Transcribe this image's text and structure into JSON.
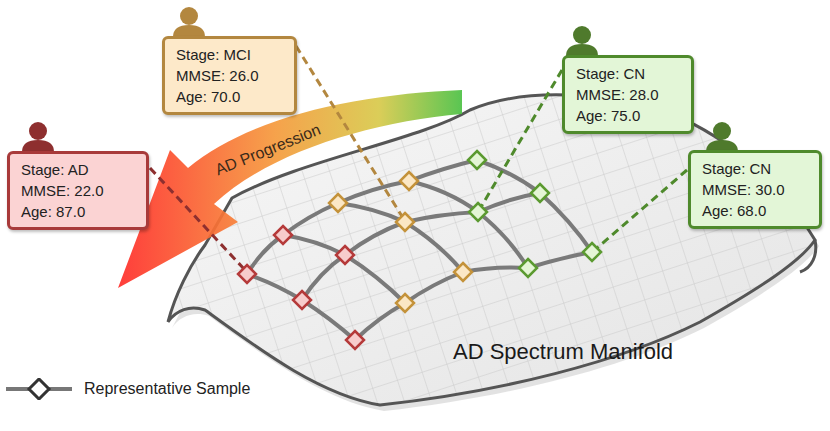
{
  "diagram": {
    "nodes": [
      {
        "text": [
          "Stage: MCI",
          "MMSE: 26.0",
          "Age: 70.0"
        ]
      },
      {
        "text": [
          "Stage: CN",
          "MMSE: 28.0",
          "Age: 75.0"
        ]
      },
      {
        "text": [
          "Stage: AD",
          "MMSE: 22.0",
          "Age: 87.0"
        ]
      },
      {
        "text": [
          "Stage: CN",
          "MMSE: 30.0",
          "Age: 68.0"
        ]
      }
    ],
    "labels": [
      "AD Progression",
      "AD Spectrum Manifold"
    ],
    "legend": [
      {
        "text": "Representative Sample"
      }
    ]
  }
}
